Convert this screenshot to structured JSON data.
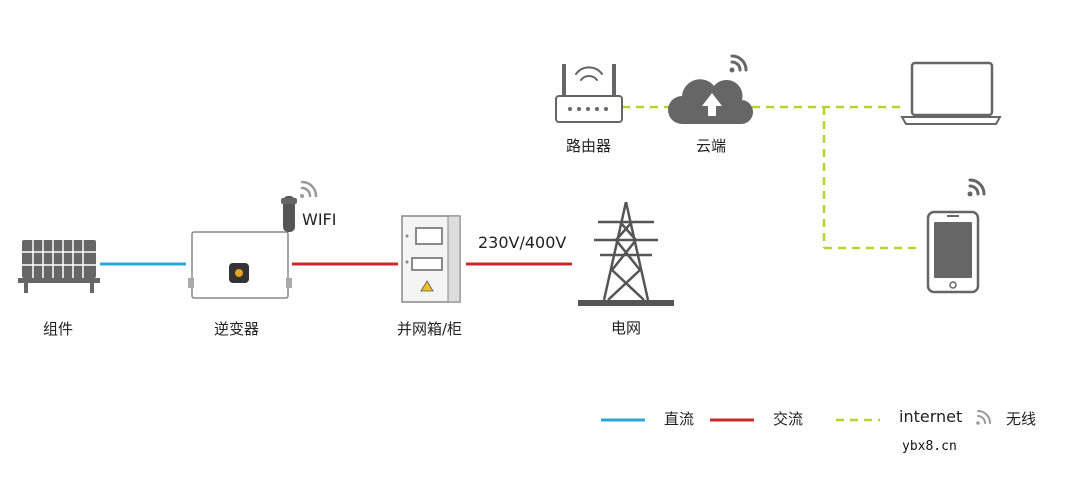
{
  "nodes": {
    "solar_panel": "组件",
    "inverter": "逆变器",
    "wifi_module": "WIFI",
    "grid_box": "并网箱/柜",
    "voltage": "230V/400V",
    "grid": "电网",
    "router": "路由器",
    "cloud": "云端"
  },
  "legend": {
    "dc": "直流",
    "ac": "交流",
    "internet": "internet",
    "wireless": "无线"
  },
  "watermark": "ybx8.cn",
  "colors": {
    "dc_line": "#2aa9d6",
    "ac_line": "#cc2a2a",
    "internet_line": "#b7d32c",
    "device_gray": "#666666",
    "wifi_gray": "#7a7a7a"
  },
  "icons": [
    "solar-panel-icon",
    "inverter-icon",
    "wifi-dongle-icon",
    "grid-box-icon",
    "transmission-tower-icon",
    "router-icon",
    "cloud-upload-icon",
    "laptop-icon",
    "smartphone-icon",
    "wifi-signal-icon"
  ]
}
